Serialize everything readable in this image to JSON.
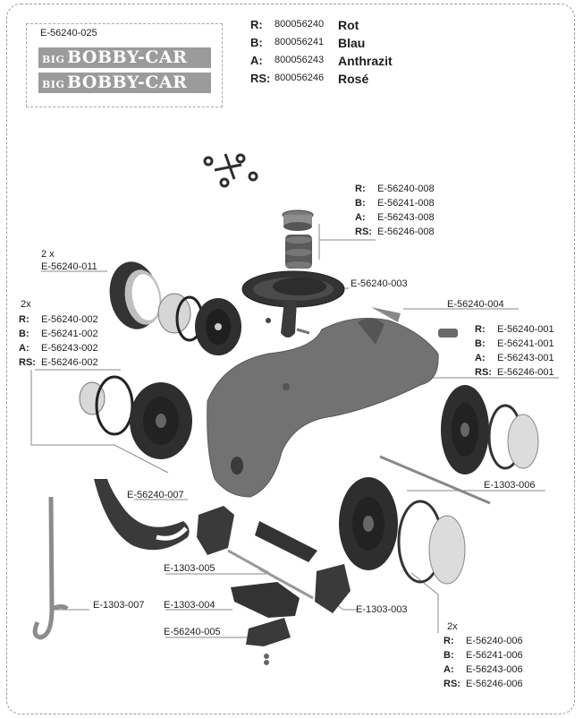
{
  "decal": {
    "part_number": "E-56240-025",
    "logo_small": "BIG",
    "logo_large": "BOBBY-CAR"
  },
  "color_codes": [
    {
      "key": "R:",
      "number": "800056240",
      "color": "Rot"
    },
    {
      "key": "B:",
      "number": "800056241",
      "color": "Blau"
    },
    {
      "key": "A:",
      "number": "800056243",
      "color": "Anthrazit"
    },
    {
      "key": "RS:",
      "number": "800056246",
      "color": "Rosé"
    }
  ],
  "parts": {
    "steering_cap_variants": [
      {
        "key": "R:",
        "value": "E-56240-008"
      },
      {
        "key": "B:",
        "value": "E-56241-008"
      },
      {
        "key": "A:",
        "value": "E-56243-008"
      },
      {
        "key": "RS:",
        "value": "E-56246-008"
      }
    ],
    "tire_qty": "2 x",
    "tire_number": "E-56240-011",
    "steering_wheel": "E-56240-003",
    "small_part": "E-56240-004",
    "front_wheel_qty": "2x",
    "front_wheel_variants": [
      {
        "key": "R:",
        "value": "E-56240-002"
      },
      {
        "key": "B:",
        "value": "E-56241-002"
      },
      {
        "key": "A:",
        "value": "E-56243-002"
      },
      {
        "key": "RS:",
        "value": "E-56246-002"
      }
    ],
    "body_variants": [
      {
        "key": "R:",
        "value": "E-56240-001"
      },
      {
        "key": "B:",
        "value": "E-56241-001"
      },
      {
        "key": "A:",
        "value": "E-56243-001"
      },
      {
        "key": "RS:",
        "value": "E-56246-001"
      }
    ],
    "axle_rod": "E-1303-006",
    "bumper": "E-56240-007",
    "axle_pin": "E-1303-005",
    "push_handle": "E-1303-007",
    "steering_mount": "E-1303-004",
    "wheel_holder": "E-1303-003",
    "holder_clip": "E-56240-005",
    "rear_wheel_qty": "2x",
    "rear_wheel_variants": [
      {
        "key": "R:",
        "value": "E-56240-006"
      },
      {
        "key": "B:",
        "value": "E-56241-006"
      },
      {
        "key": "A:",
        "value": "E-56243-006"
      },
      {
        "key": "RS:",
        "value": "E-56246-006"
      }
    ]
  },
  "colors": {
    "part_gray": "#6e6e6e",
    "part_dark": "#3c3c3c",
    "line": "#8a8a8a"
  }
}
